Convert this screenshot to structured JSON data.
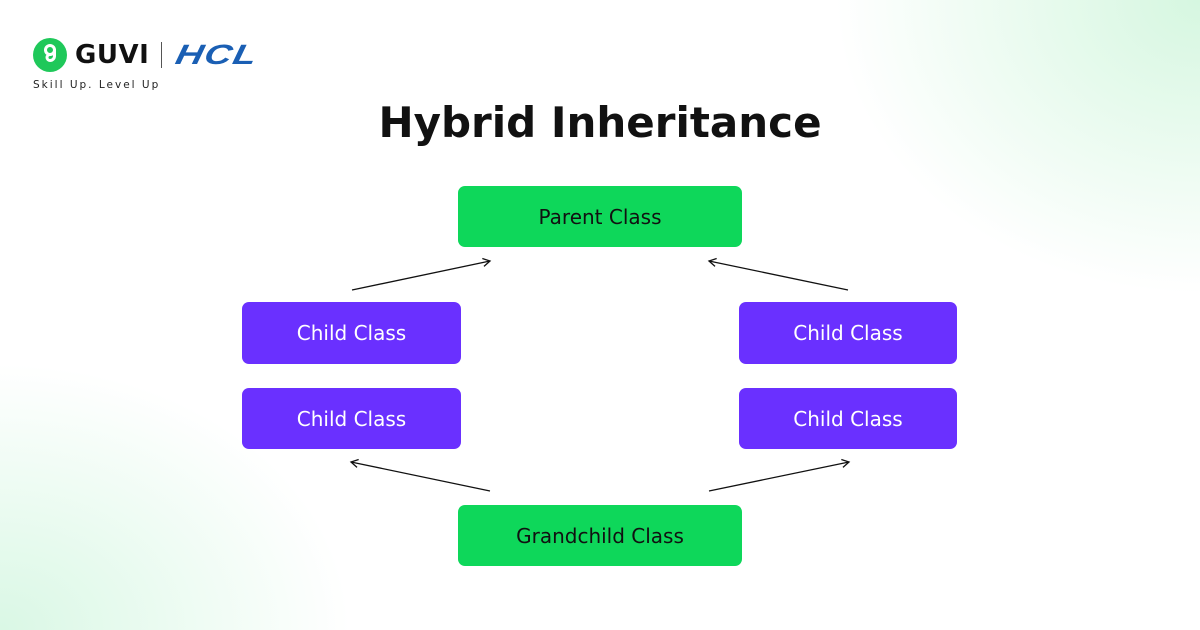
{
  "brand": {
    "name": "GUVI",
    "partner": "HCL",
    "tagline": "Skill Up. Level Up",
    "colors": {
      "guvi_green": "#1fc85a",
      "hcl_blue": "#1a5fb4"
    }
  },
  "diagram": {
    "title": "Hybrid Inheritance",
    "colors": {
      "base_class": "#0ed75a",
      "child_class": "#6a30ff",
      "arrow": "#111111"
    },
    "nodes": [
      {
        "id": "parent",
        "label": "Parent Class",
        "type": "base"
      },
      {
        "id": "child_left_1",
        "label": "Child Class",
        "type": "child"
      },
      {
        "id": "child_left_2",
        "label": "Child Class",
        "type": "child"
      },
      {
        "id": "child_right_1",
        "label": "Child Class",
        "type": "child"
      },
      {
        "id": "child_right_2",
        "label": "Child Class",
        "type": "child"
      },
      {
        "id": "grandchild",
        "label": "Grandchild Class",
        "type": "base"
      }
    ],
    "edges": [
      {
        "from": "child_left_1",
        "to": "parent"
      },
      {
        "from": "child_right_1",
        "to": "parent"
      },
      {
        "from": "grandchild",
        "to": "child_left_2"
      },
      {
        "from": "grandchild",
        "to": "child_right_2"
      }
    ]
  }
}
